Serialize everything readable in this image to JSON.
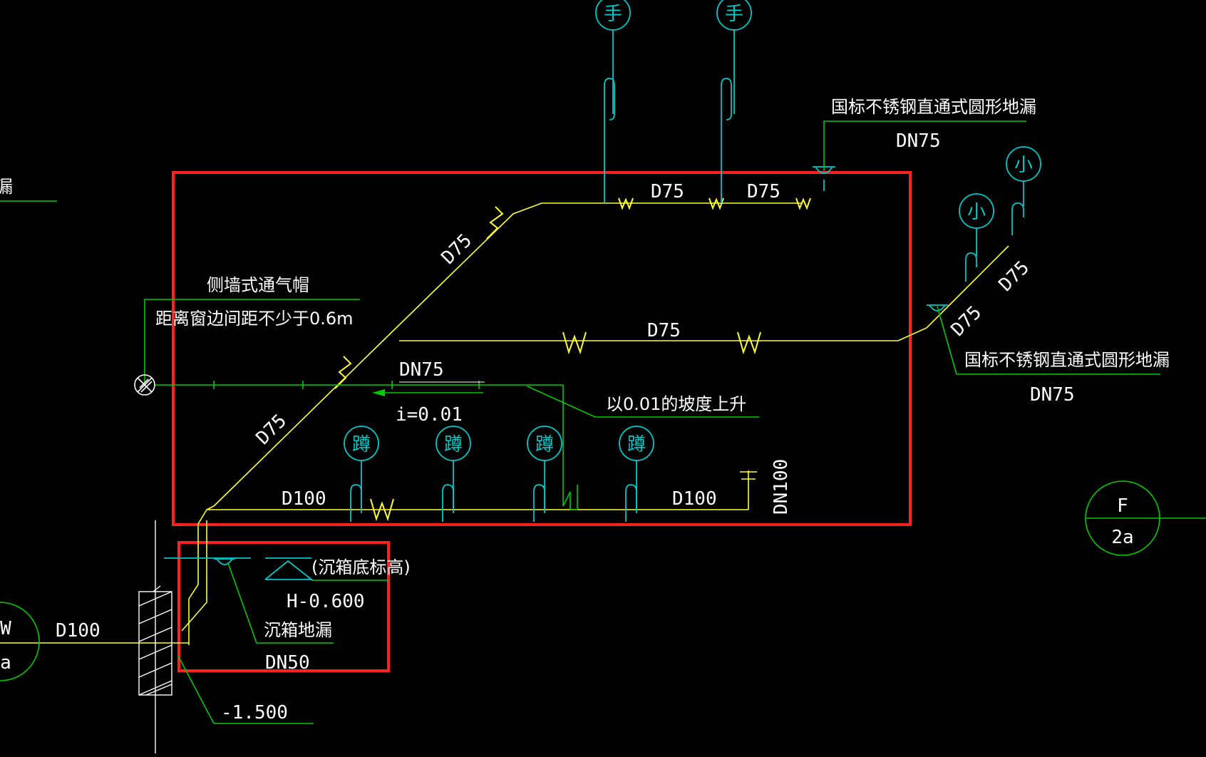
{
  "colors": {
    "background": "#000000",
    "pipe_yellow": "#ffff33",
    "leader_green": "#00cc00",
    "fixture_cyan": "#00c8c8",
    "text_white": "#ffffff",
    "highlight_red": "#ff2020"
  },
  "labels": {
    "floor_drain_top_name": "国标不锈钢直通式圆形地漏",
    "floor_drain_top_size": "DN75",
    "floor_drain_right_name": "国标不锈钢直通式圆形地漏",
    "floor_drain_right_size": "DN75",
    "vent_cap_name": "侧墙式通气帽",
    "vent_cap_note": "距离窗边间距不少于0.6m",
    "dn75_label": "DN75",
    "slope_label": "i=0.01",
    "slope_note": "以0.01的坡度上升",
    "d75_top_1": "D75",
    "d75_top_2": "D75",
    "d75_diag_upper": "D75",
    "d75_diag_lower": "D75",
    "d75_middle": "D75",
    "d75_right_1": "D75",
    "d75_right_2": "D75",
    "d100_left": "D100",
    "d100_right": "D100",
    "dn100_vertical": "DN100",
    "d100_outlet": "D100",
    "sink_box_elev_label": "(沉箱底标高)",
    "sink_box_elev_value": "H-0.600",
    "sink_box_drain": "沉箱地漏",
    "sink_box_drain_size": "DN50",
    "outlet_elev": "-1.500",
    "axis_bubble_top": "F",
    "axis_bubble_bottom": "2a",
    "left_bubble_top": "W",
    "left_bubble_bottom": "a",
    "left_edge_fragment": "漏",
    "pipe_marker": "W",
    "fixture_squat": "蹲",
    "fixture_small": "小",
    "fixture_hand": "手"
  }
}
